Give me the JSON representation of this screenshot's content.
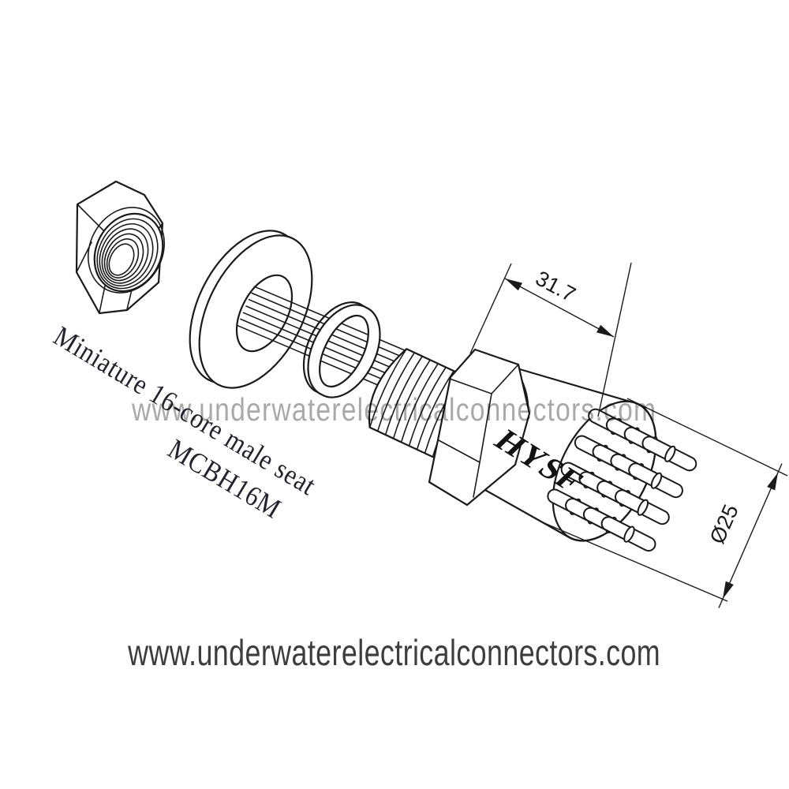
{
  "drawing": {
    "title_line1": "Miniature 16-core male seat",
    "title_line2": "MCBH16M",
    "brand_label": "HYSF",
    "dimensions": {
      "body_length": "31.7",
      "face_diameter": "Ø25"
    },
    "parts": [
      "hex-nut",
      "washer",
      "o-ring",
      "wire-bundle",
      "threaded-stud",
      "hex-collar",
      "connector-body",
      "pin-grid-16"
    ],
    "pin_count": 16
  },
  "watermarks": {
    "middle": "www.underwaterelectricalconnectors.com",
    "bottom": "www.underwaterelectricalconnectors.com"
  },
  "colors": {
    "background": "#ffffff",
    "line_art": "#1a1a1a",
    "label_text": "#23232e",
    "watermark_middle": "#a9a9a9",
    "bottom_text": "#3d3d3d"
  }
}
